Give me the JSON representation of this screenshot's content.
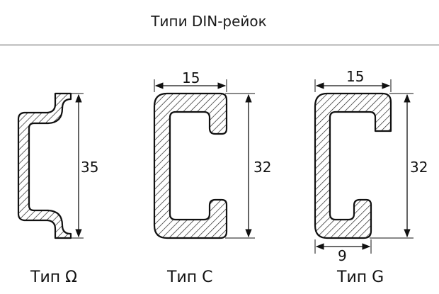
{
  "title": "Типи DIN-рейок",
  "profiles": {
    "omega": {
      "caption": "Тип Ω",
      "height": "35"
    },
    "c": {
      "caption": "Тип С",
      "width": "15",
      "height": "32"
    },
    "g": {
      "caption": "Тип G",
      "width": "15",
      "height": "32",
      "opening": "9"
    }
  },
  "colors": {
    "stroke": "#111111",
    "hatch": "#222222",
    "background": "#ffffff"
  }
}
